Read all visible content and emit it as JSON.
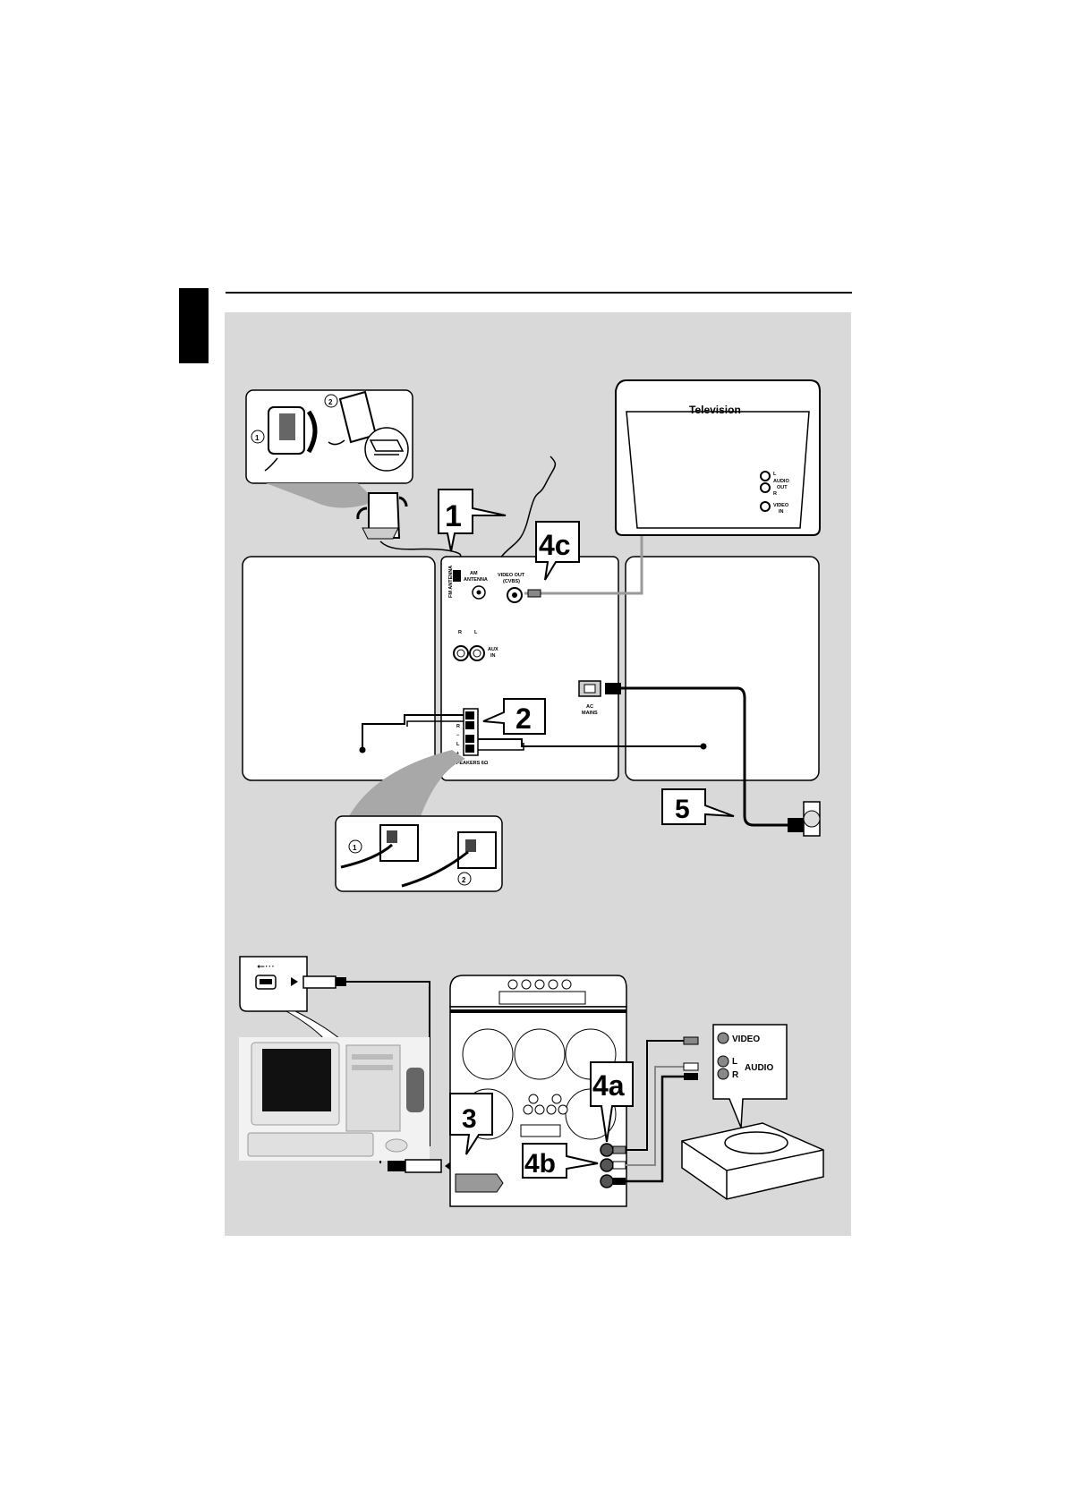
{
  "callouts": {
    "c1": "1",
    "c2": "2",
    "c3": "3",
    "c4a": "4a",
    "c4b": "4b",
    "c4c": "4c",
    "c5": "5"
  },
  "tv": {
    "title": "Television",
    "audio_l": "L",
    "audio_out_line1": "AUDIO",
    "audio_out_line2": "OUT",
    "audio_r": "R",
    "video_in_line1": "VIDEO",
    "video_in_line2": "IN"
  },
  "rear_panel": {
    "fm_antenna": "FM ANTENNA",
    "am_antenna_line1": "AM",
    "am_antenna_line2": "ANTENNA",
    "video_out_line1": "VIDEO OUT",
    "video_out_line2": "(CVBS)",
    "aux_r": "R",
    "aux_l": "L",
    "aux_in_line1": "AUX",
    "aux_in_line2": "IN",
    "ac_mains_line1": "AC",
    "ac_mains_line2": "MAINS",
    "spk_r": "R",
    "spk_l": "L",
    "spk_minus": "−",
    "spk_plus": "+",
    "speakers": "SPEAKERS 6Ω"
  },
  "steps": {
    "one": "1",
    "two": "2"
  },
  "external_device": {
    "video": "VIDEO",
    "l": "L",
    "r": "R",
    "audio": "AUDIO"
  },
  "colors": {
    "panel": "#d9d9d9",
    "ink": "#000000",
    "cable_gray": "#9a9a9a"
  }
}
